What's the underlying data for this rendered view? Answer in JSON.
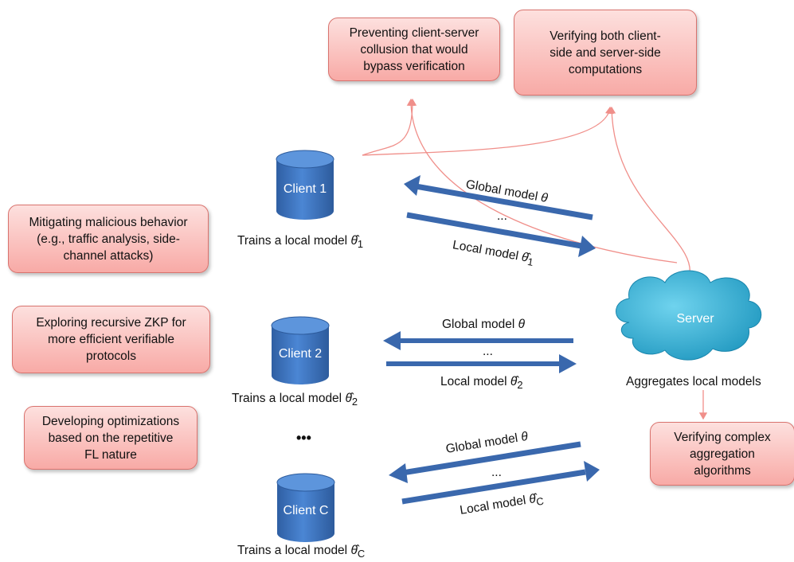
{
  "challenges": {
    "collusion": "Preventing client-server\ncollusion that would\nbypass verification",
    "both_sides": "Verifying both client-\nside and server-side\ncomputations",
    "malicious": "Mitigating malicious behavior\n(e.g., traffic analysis, side-\nchannel attacks)",
    "recursive": "Exploring recursive ZKP for\nmore efficient verifiable\nprotocols",
    "optimizations": "Developing optimizations\nbased on the repetitive\nFL nature",
    "aggregation": "Verifying complex\naggregation\nalgorithms"
  },
  "clients": [
    {
      "name": "Client 1",
      "caption_prefix": "Trains a local model ",
      "caption_sub": "1"
    },
    {
      "name": "Client 2",
      "caption_prefix": "Trains a local model ",
      "caption_sub": "2"
    },
    {
      "name": "Client C",
      "caption_prefix": "Trains a local model ",
      "caption_sub": "C"
    }
  ],
  "ellipsis": "•••",
  "links": {
    "global_prefix": "Global model ",
    "global_symbol": "θ",
    "local_prefix": "Local model ",
    "local_symbol": "θ̂",
    "dots": "..."
  },
  "server": {
    "name": "Server",
    "caption": "Aggregates local models"
  },
  "colors": {
    "box_fill": "#f8aaa6",
    "box_border": "#d9736e",
    "cylinder": "#3d74c0",
    "arrow": "#3a68ad",
    "cloud": "#2fb1d3",
    "connector": "#f08f8a"
  }
}
